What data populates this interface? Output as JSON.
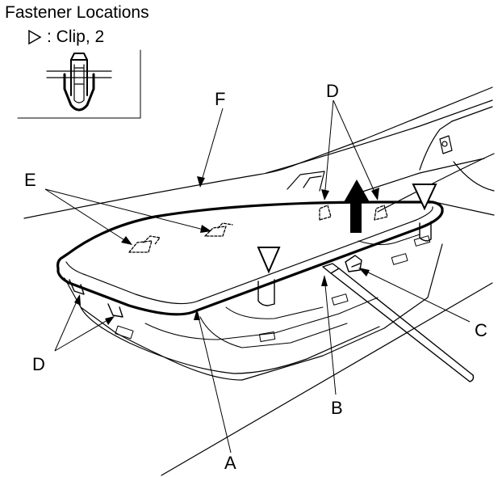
{
  "title": "Fastener Locations",
  "legend": {
    "symbol": "triangle-outline",
    "text": ": Clip, 2"
  },
  "labels": {
    "A": "A",
    "B": "B",
    "C": "C",
    "D_top": "D",
    "D_left": "D",
    "E": "E",
    "F": "F"
  }
}
